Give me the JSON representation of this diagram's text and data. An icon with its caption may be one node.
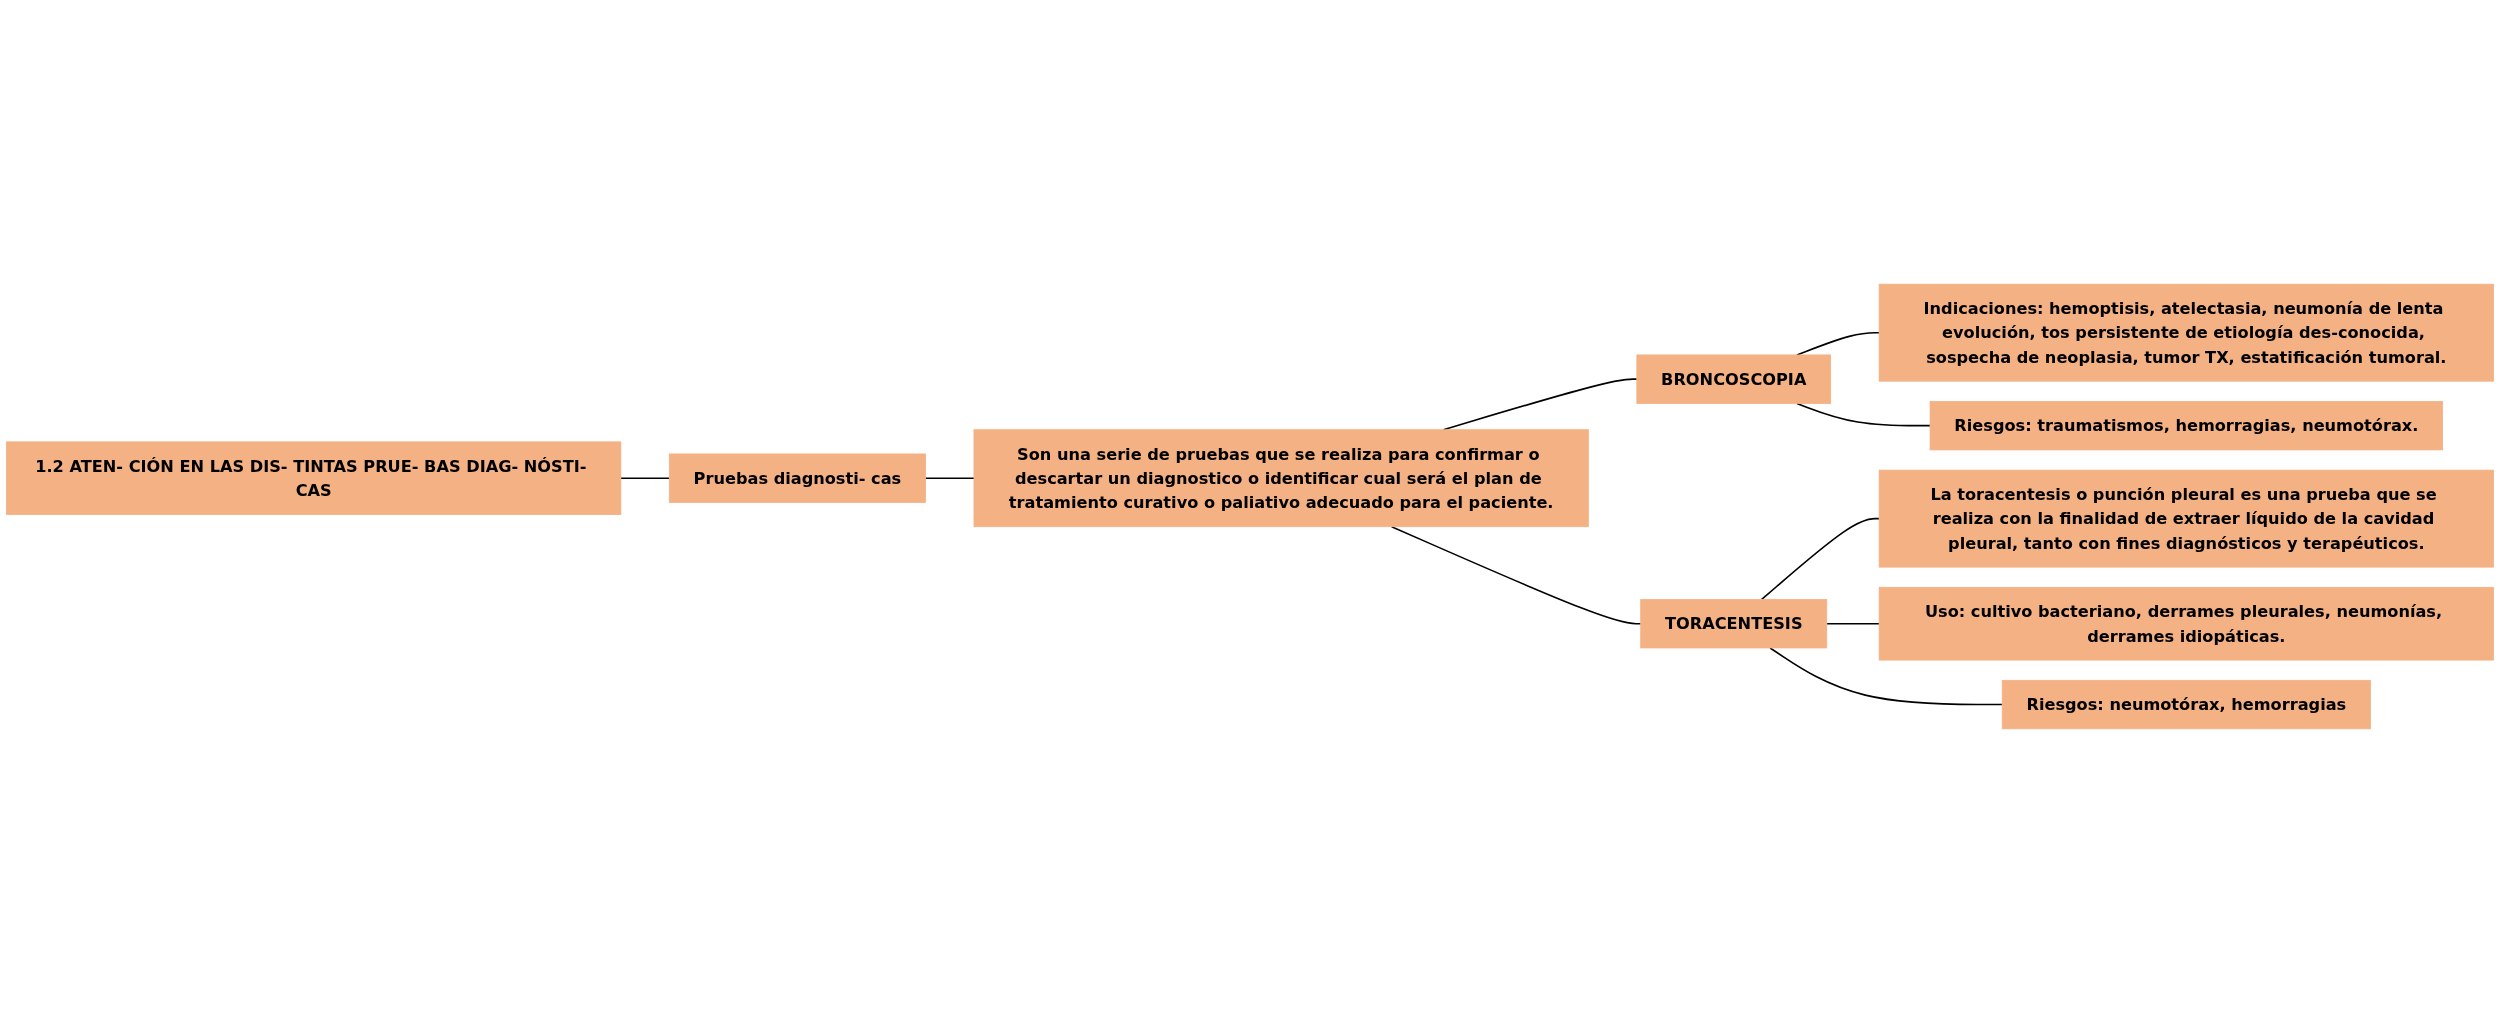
{
  "diagram": {
    "nodes": [
      {
        "text": [
          "1.2 ATEN- CIÓN EN LAS DIS- TINTAS PRUE- BAS DIAG- NÓSTI- CAS"
        ]
      },
      {
        "text": [
          "Pruebas diagnosti- cas"
        ]
      },
      {
        "text": [
          "Son una serie de pruebas que se realiza para confirmar o descartar un diagnostico o identificar cual será el plan de tratamiento curativo o paliativo adecuado para el paciente."
        ]
      },
      {
        "text": [
          "BRONCOSCOPIA"
        ]
      },
      {
        "text": [
          "Indicaciones: hemoptisis, atelectasia, neumonía de lenta evolución, tos persistente de etiología des-conocida, sospecha de neoplasia, tumor TX, estatificación tumoral."
        ]
      },
      {
        "text": [
          "Riesgos: traumatismos, hemorragias, neumotórax."
        ]
      },
      {
        "text": [
          "TORACENTESIS"
        ]
      },
      {
        "text": [
          "La toracentesis o punción pleural es una prueba que se realiza con la finalidad de extraer líquido de la cavidad pleural, tanto con fines diagnósticos y terapéuticos."
        ]
      },
      {
        "text": [
          "Uso: cultivo bacteriano, derrames pleurales, neumonías, derrames idiopáticas."
        ]
      },
      {
        "text": [
          "Riesgos: neumotórax, hemorragias"
        ]
      }
    ],
    "edges": [
      {
        "from": 0,
        "to": 1,
        "arrow": "none"
      },
      {
        "from": 1,
        "to": 2,
        "arrow": "none"
      },
      {
        "from": 2,
        "to": 3,
        "arrow": "none"
      },
      {
        "from": 2,
        "to": 6,
        "arrow": "none"
      },
      {
        "from": 3,
        "to": 4,
        "arrow": "none"
      },
      {
        "from": 3,
        "to": 5,
        "arrow": "none"
      },
      {
        "from": 6,
        "to": 7,
        "arrow": "none"
      },
      {
        "from": 6,
        "to": 8,
        "arrow": "none"
      },
      {
        "from": 6,
        "to": 9,
        "arrow": "none"
      }
    ]
  }
}
